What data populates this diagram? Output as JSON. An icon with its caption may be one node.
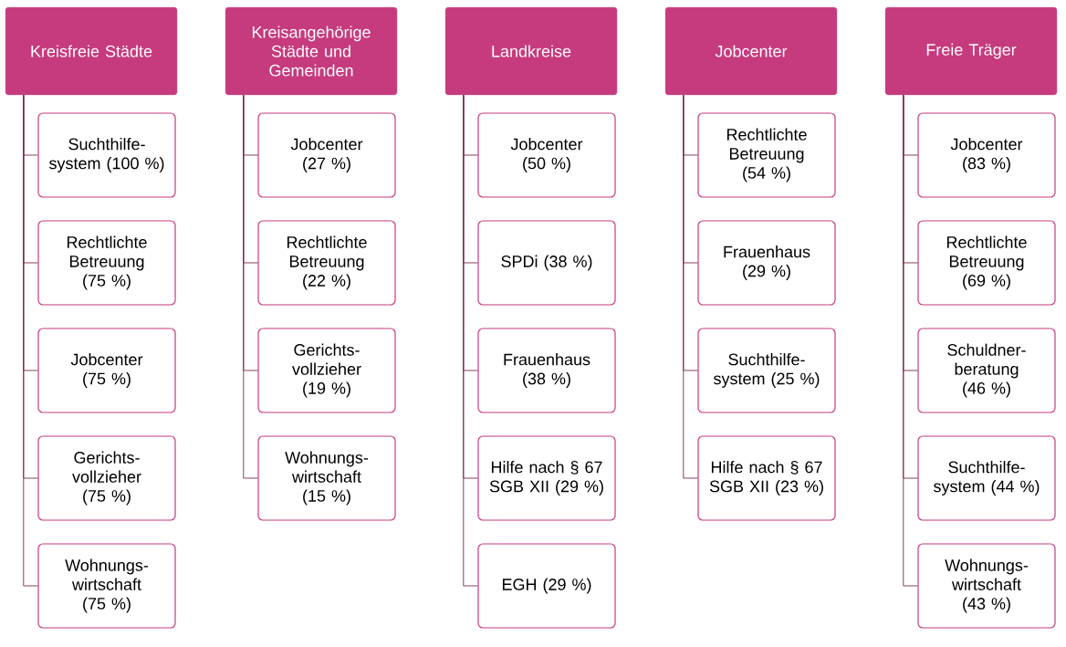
{
  "diagram": {
    "nodes": [
      {
        "text": [
          "Kreisfreie Städte"
        ]
      },
      {
        "text": [
          "Suchthilfe- system (100 %)"
        ]
      },
      {
        "text": [
          "Rechtlichte Betreuung (75 %)"
        ]
      },
      {
        "text": [
          "Jobcenter (75 %)"
        ]
      },
      {
        "text": [
          "Gerichts- vollzieher (75 %)"
        ]
      },
      {
        "text": [
          "Wohnungs- wirtschaft (75 %)"
        ]
      },
      {
        "text": [
          "Kreisangehörige Städte und Gemeinden"
        ]
      },
      {
        "text": [
          "Jobcenter (27 %)"
        ]
      },
      {
        "text": [
          "Rechtlichte Betreuung (22 %)"
        ]
      },
      {
        "text": [
          "Gerichts- vollzieher (19 %)"
        ]
      },
      {
        "text": [
          "Wohnungs- wirtschaft (15 %)"
        ]
      },
      {
        "text": [
          "Landkreise"
        ]
      },
      {
        "text": [
          "Jobcenter (50 %)"
        ]
      },
      {
        "text": [
          "SPDi (38 %)"
        ]
      },
      {
        "text": [
          "Frauenhaus (38 %)"
        ]
      },
      {
        "text": [
          "Hilfe nach § 67 SGB XII (29 %)"
        ]
      },
      {
        "text": [
          "EGH (29 %)"
        ]
      },
      {
        "text": [
          "Jobcenter"
        ]
      },
      {
        "text": [
          "Rechtlichte Betreuung (54 %)"
        ]
      },
      {
        "text": [
          "Frauenhaus (29 %)"
        ]
      },
      {
        "text": [
          "Suchthilfe- system (25 %)"
        ]
      },
      {
        "text": [
          "Hilfe nach § 67 SGB XII (23 %)"
        ]
      },
      {
        "text": [
          "Freie Träger"
        ]
      },
      {
        "text": [
          "Jobcenter (83 %)"
        ]
      },
      {
        "text": [
          "Rechtlichte Betreuung (69 %)"
        ]
      },
      {
        "text": [
          "Schuldner- beratung (46 %)"
        ]
      },
      {
        "text": [
          "Suchthilfe- system (44 %)"
        ]
      },
      {
        "text": [
          "Wohnungs- wirtschaft (43 %)"
        ]
      }
    ],
    "edges": [
      {
        "from": 0,
        "to": 1,
        "arrow": "none"
      },
      {
        "from": 0,
        "to": 2,
        "arrow": "none"
      },
      {
        "from": 0,
        "to": 3,
        "arrow": "none"
      },
      {
        "from": 0,
        "to": 4,
        "arrow": "none"
      },
      {
        "from": 0,
        "to": 5,
        "arrow": "none"
      },
      {
        "from": 6,
        "to": 7,
        "arrow": "none"
      },
      {
        "from": 6,
        "to": 8,
        "arrow": "none"
      },
      {
        "from": 6,
        "to": 9,
        "arrow": "none"
      },
      {
        "from": 6,
        "to": 10,
        "arrow": "none"
      },
      {
        "from": 11,
        "to": 12,
        "arrow": "none"
      },
      {
        "from": 11,
        "to": 13,
        "arrow": "none"
      },
      {
        "from": 11,
        "to": 14,
        "arrow": "none"
      },
      {
        "from": 11,
        "to": 15,
        "arrow": "none"
      },
      {
        "from": 11,
        "to": 16,
        "arrow": "none"
      },
      {
        "from": 17,
        "to": 18,
        "arrow": "none"
      },
      {
        "from": 17,
        "to": 19,
        "arrow": "none"
      },
      {
        "from": 17,
        "to": 20,
        "arrow": "none"
      },
      {
        "from": 17,
        "to": 21,
        "arrow": "none"
      },
      {
        "from": 22,
        "to": 23,
        "arrow": "none"
      },
      {
        "from": 22,
        "to": 24,
        "arrow": "none"
      },
      {
        "from": 22,
        "to": 25,
        "arrow": "none"
      },
      {
        "from": 22,
        "to": 26,
        "arrow": "none"
      },
      {
        "from": 22,
        "to": 27,
        "arrow": "none"
      }
    ]
  }
}
